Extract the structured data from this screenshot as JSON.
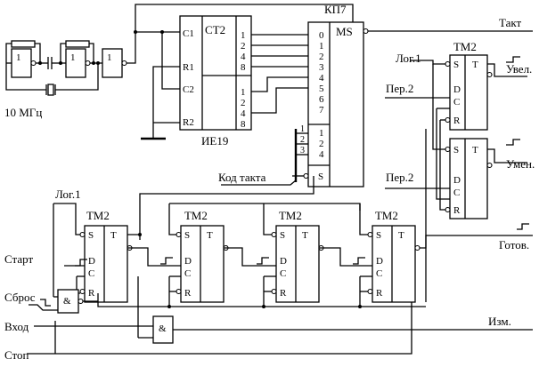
{
  "oscillator": {
    "freq_label": "10 МГц",
    "inv1": "1",
    "inv2": "1",
    "inv3": "1"
  },
  "counter": {
    "name": "ИЕ19",
    "title": "СТ2",
    "c1": "С1",
    "r1": "R1",
    "c2": "С2",
    "r2": "R2",
    "out_a": [
      "1",
      "2",
      "4",
      "8"
    ],
    "out_b": [
      "1",
      "2",
      "4",
      "8"
    ]
  },
  "mux": {
    "name": "КП7",
    "title": "MS",
    "inputs": [
      "0",
      "1",
      "2",
      "3",
      "4",
      "5",
      "6",
      "7"
    ],
    "addr": [
      "1",
      "2",
      "4"
    ],
    "addr_in": [
      "1",
      "2",
      "3"
    ],
    "strobe": "S"
  },
  "labels": {
    "takt": "Такт",
    "kod_takta": "Код такта",
    "log1_top": "Лог.1",
    "per2_a": "Пер.2",
    "per2_b": "Пер.2",
    "uvel": "Увел.",
    "umen": "Умен.",
    "log1_left": "Лог.1",
    "start": "Старт",
    "sbros": "Сброс",
    "vhod": "Вход",
    "stop": "Стоп",
    "izm": "Изм.",
    "gotov": "Готов."
  },
  "flipflop": {
    "name": "ТМ2",
    "s": "S",
    "t": "T",
    "d": "D",
    "c": "C",
    "r": "R"
  },
  "gates": {
    "and": "&"
  }
}
